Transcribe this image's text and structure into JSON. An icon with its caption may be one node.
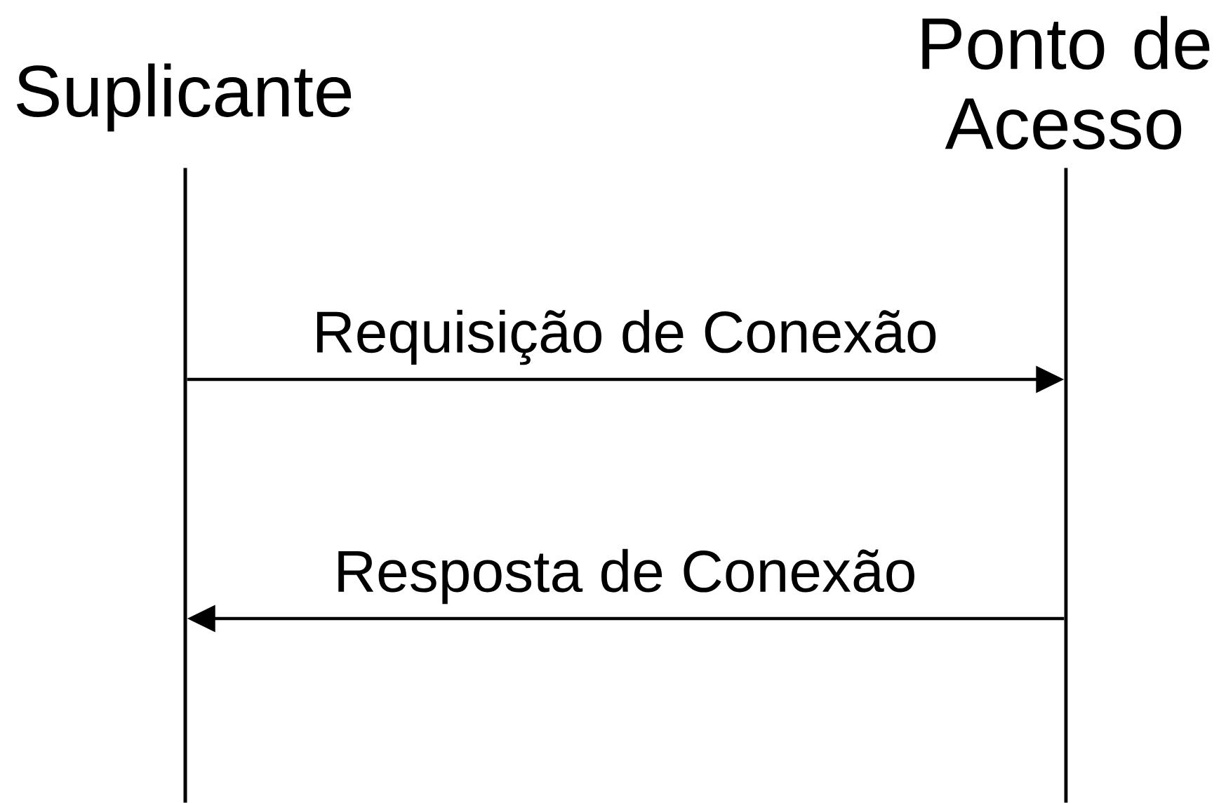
{
  "diagram": {
    "nodes": [
      {
        "text": [
          "Suplicante"
        ]
      },
      {
        "text": [
          "Ponto de Acesso"
        ]
      },
      {
        "text": [],
        "shape": "bar"
      },
      {
        "text": [],
        "shape": "bar"
      }
    ],
    "edges": [
      {
        "from": 2,
        "to": 3,
        "arrow": "to",
        "label": "Requisição de Conexão"
      },
      {
        "from": 3,
        "to": 2,
        "arrow": "to",
        "label": "Resposta de Conexão"
      }
    ]
  }
}
